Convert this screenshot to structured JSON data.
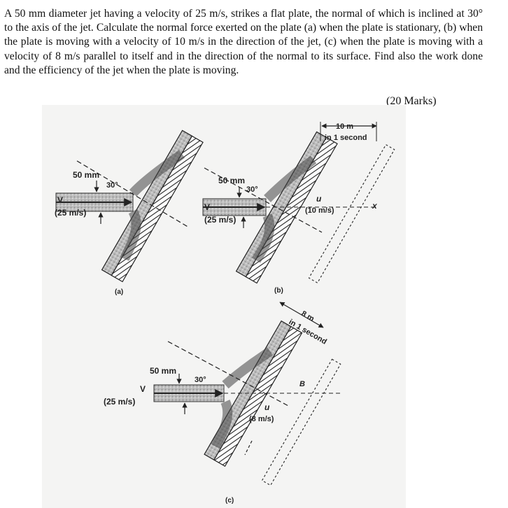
{
  "problem": {
    "text": "A 50 mm diameter jet having a velocity of 25 m/s, strikes a flat plate, the normal of which is inclined at 30° to the axis of the jet. Calculate the normal force exerted on the plate (a) when the plate is stationary, (b) when the plate is moving with a velocity of 10 m/s in the direction of the jet, (c) when the plate is moving with a velocity of 8 m/s parallel to itself and in the direction of the normal to its surface. Find also the work done and the efficiency of the jet when the plate is moving.",
    "marks": "(20 Marks)"
  },
  "figure": {
    "a": {
      "caption": "(a)",
      "diameter": "50 mm",
      "angle": "30°",
      "velocity_symbol": "V",
      "velocity": "(25 m/s)"
    },
    "b": {
      "caption": "(b)",
      "diameter": "50 mm",
      "angle": "30°",
      "velocity_symbol": "V",
      "velocity": "(25 m/s)",
      "distance": "10 m",
      "time": "in 1 second",
      "plate_velocity_symbol": "u",
      "plate_velocity": "(10 m/s)",
      "axis_label": "x"
    },
    "c": {
      "caption": "(c)",
      "diameter": "50 mm",
      "angle": "30°",
      "velocity_symbol": "V",
      "velocity": "(25 m/s)",
      "distance": "8 m",
      "time": "in 1 second",
      "plate_velocity_symbol": "u",
      "plate_velocity": "(8 m/s)",
      "point_label": "B"
    }
  }
}
